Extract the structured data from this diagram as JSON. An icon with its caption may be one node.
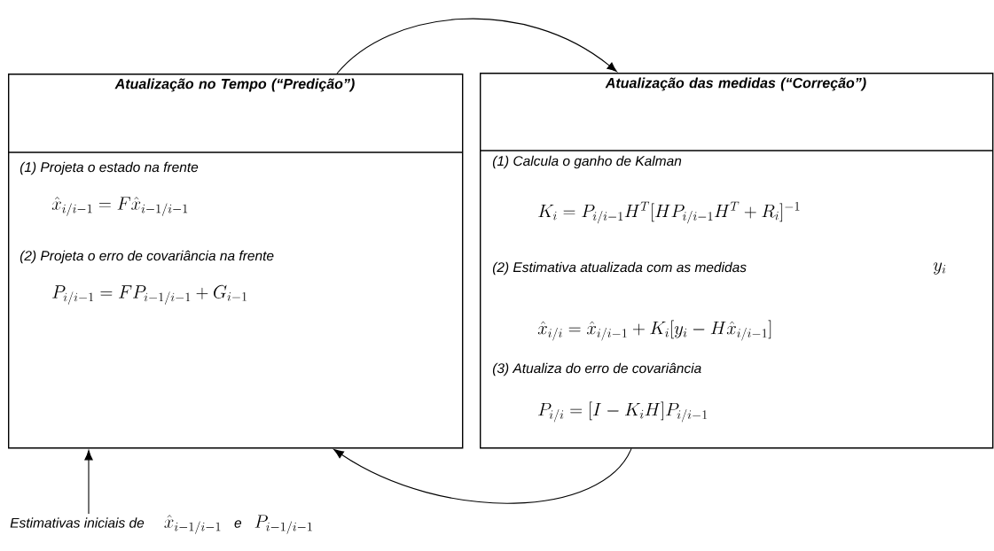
{
  "diagram": {
    "nodes": [
      {
        "text": [
          "Atualização no Tempo (“Predição”)",
          "(1) Projeta o estado na frente",
          "\\hat{x}_{i/i-1} = F\\hat{x}_{i-1/i-1}",
          "(2) Projeta o erro de covariância na frente",
          "P_{i/i-1} = FP_{i-1/i-1} + G_{i-1}"
        ]
      },
      {
        "text": [
          "Atualização das medidas (“Correção”)",
          "(1) Calcula o ganho de Kalman",
          "K_i = P_{i/i-1}H^T[HP_{i/i-1}H^T + R_i]^{-1}",
          "(2) Estimativa atualizada com as medidas",
          "y_i",
          "\\hat{x}_{i/i} = \\hat{x}_{i/i-1} + K_i[y_i - H\\hat{x}_{i/i-1}]",
          "(3) Atualiza do erro de covariância",
          "P_{i/i} = [I - K_i H]P_{i/i-1}"
        ]
      },
      {
        "text": [
          "Estimativas iniciais de",
          "\\hat{x}_{i-1/i-1}",
          "e",
          "P_{i-1/i-1}"
        ]
      }
    ],
    "edges": [
      {
        "from": 0,
        "to": 1,
        "arrow": "to"
      },
      {
        "from": 1,
        "to": 0,
        "arrow": "to"
      },
      {
        "from": 2,
        "to": 0,
        "arrow": "to"
      }
    ]
  }
}
